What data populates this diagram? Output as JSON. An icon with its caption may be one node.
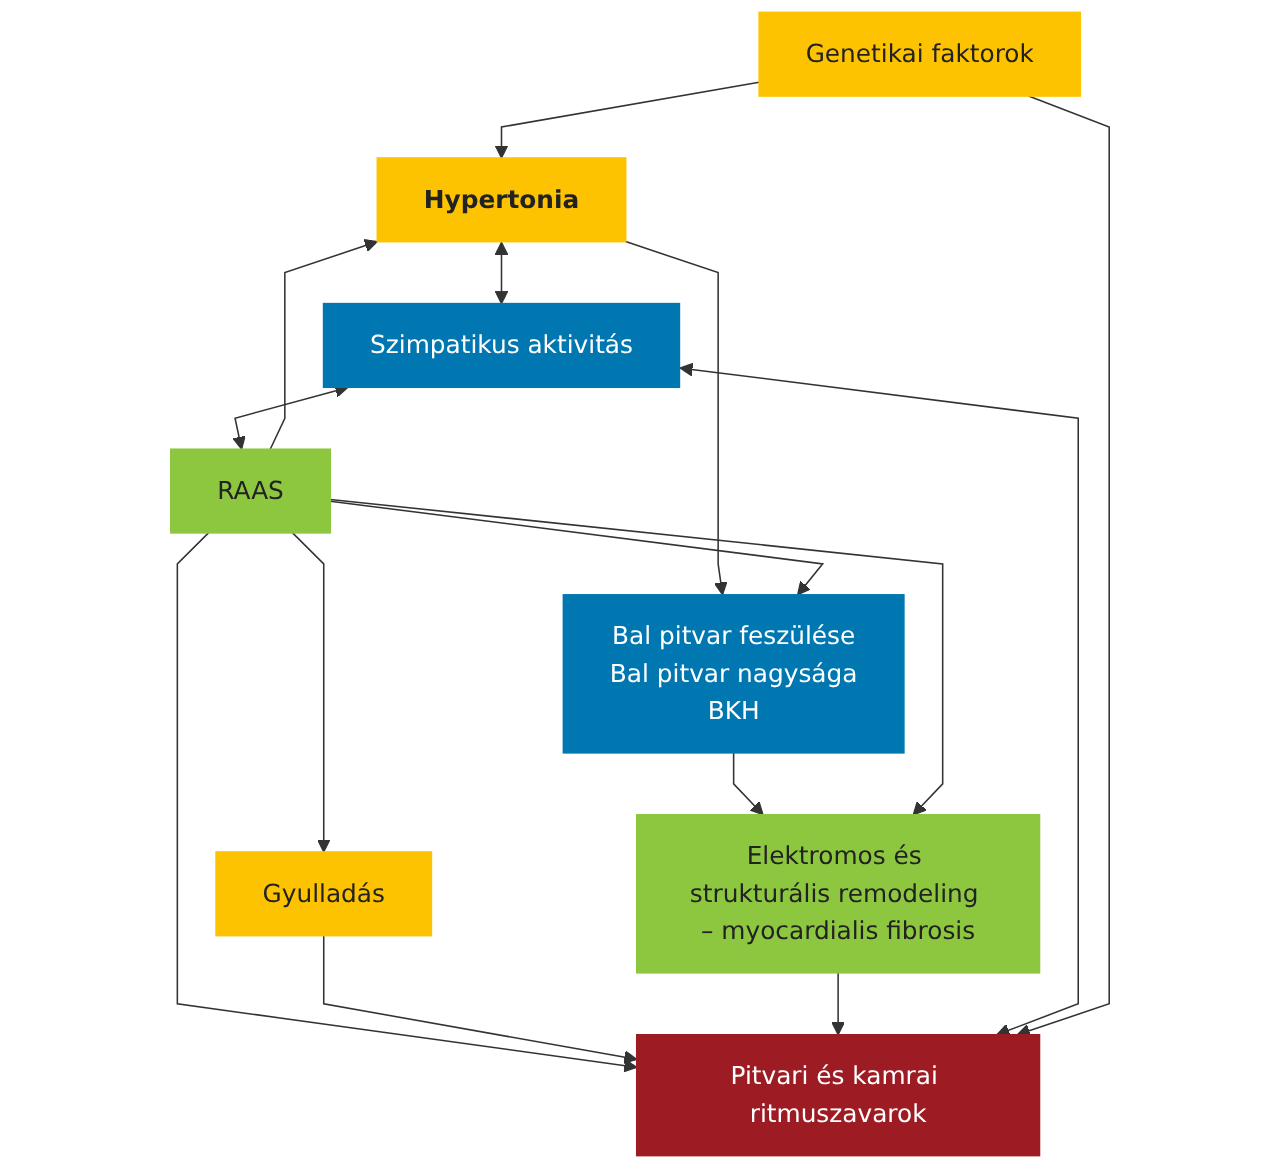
{
  "diagram": {
    "nodes": [
      {
        "text": [
          "Hypertonia"
        ]
      },
      {
        "text": [
          "Szimpatikus aktivitás"
        ]
      },
      {
        "text": [
          "RAAS"
        ]
      },
      {
        "text": [
          "Bal pitvar feszülése",
          "Bal pitvar nagysága",
          "BKH"
        ]
      },
      {
        "text": [
          "Elektromos és strukturális remodeling – myocardialis fibrosis"
        ]
      },
      {
        "text": [
          "Gyulladás"
        ]
      },
      {
        "text": [
          "Pitvari és kamrai ritmuszavarok"
        ]
      },
      {
        "text": [
          "Genetikai faktorok"
        ]
      }
    ],
    "edges": [
      {
        "from": 0,
        "to": 1,
        "arrow": "both"
      },
      {
        "from": 1,
        "to": 2,
        "arrow": "both"
      },
      {
        "from": 2,
        "to": 0,
        "arrow": "to"
      },
      {
        "from": 0,
        "to": 3,
        "arrow": "to"
      },
      {
        "from": 2,
        "to": 3,
        "arrow": "to"
      },
      {
        "from": 3,
        "to": 4,
        "arrow": "to"
      },
      {
        "from": 2,
        "to": 4,
        "arrow": "to"
      },
      {
        "from": 2,
        "to": 5,
        "arrow": "to"
      },
      {
        "from": 2,
        "to": 6,
        "arrow": "to"
      },
      {
        "from": 5,
        "to": 6,
        "arrow": "to"
      },
      {
        "from": 4,
        "to": 6,
        "arrow": "to"
      },
      {
        "from": 1,
        "to": 6,
        "arrow": "both"
      },
      {
        "from": 7,
        "to": 0,
        "arrow": "to"
      },
      {
        "from": 7,
        "to": 6,
        "arrow": "to"
      }
    ]
  }
}
